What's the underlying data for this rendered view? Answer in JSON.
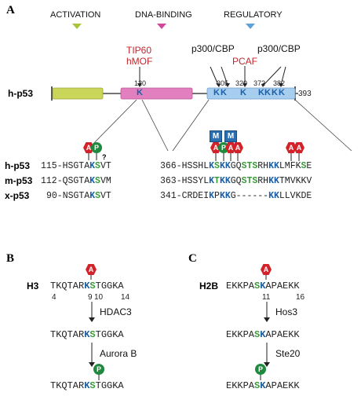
{
  "panels": {
    "a": "A",
    "b": "B",
    "c": "C"
  },
  "legend": [
    {
      "label": "ACTIVATION",
      "color": "#a8c43a"
    },
    {
      "label": "DNA-BINDING",
      "color": "#d1479b"
    },
    {
      "label": "REGULATORY",
      "color": "#5fa2d8"
    }
  ],
  "domain": {
    "protein": "h-p53",
    "end_num": "393",
    "site_120": "120",
    "site_305": "305",
    "site_320": "320",
    "site_372": "372",
    "site_382": "382",
    "k120": "K",
    "kreg": [
      "K",
      "K",
      "K",
      "K",
      "K",
      "K",
      "K"
    ],
    "enzymes": {
      "tip60": "TIP60",
      "hmof": "hMOF",
      "p300_left": "p300/CBP",
      "pcaf": "PCAF",
      "p300_right": "p300/CBP"
    }
  },
  "colors": {
    "activation": "#c9d65a",
    "dna_binding": "#e27fbf",
    "regulatory": "#a7cdef",
    "lysine": "#1b5fa6",
    "serine": "#3a9a3a",
    "acetyl": "#d2232a",
    "phospho": "#1f8a3f",
    "methyl": "#2a6fb0"
  },
  "marks": {
    "acetyl": "A",
    "phospho": "P",
    "methyl": "M",
    "unknown": "?"
  },
  "alignment": [
    {
      "name": "h-p53",
      "left_pre": "115-HSGTA",
      "left_k": "K",
      "left_s": "S",
      "left_post": "VT",
      "right_pre": "366-HSSHL",
      "r_k1": "K",
      "r_s1": "S",
      "r_k2": "KK",
      "r_g": "GQ",
      "r_s2": "S",
      "r_t": "T",
      "r_s3": "S",
      "r_rh": "RH",
      "r_k3": "KK",
      "r_post": "LMFK",
      "r_s4": "S",
      "r_e": "E"
    },
    {
      "name": "m-p53",
      "left_pre": "112-QSGTA",
      "left_k": "K",
      "left_s": "S",
      "left_post": "VM",
      "right_pre": "363-HSSYL",
      "r_k1": "K",
      "r_s1": "T",
      "r_k2": "KK",
      "r_g": "GQ",
      "r_s2": "S",
      "r_t": "T",
      "r_s3": "S",
      "r_rh": "RH",
      "r_k3": "KK",
      "r_post": "TMVKKV",
      "r_s4": "",
      "r_e": ""
    },
    {
      "name": "x-p53",
      "left_pre": "90-NSGTA",
      "left_k": "K",
      "left_s": "S",
      "left_post": "VT",
      "right_pre": "341-CRDEI",
      "r_k1": "K",
      "r_s1": "P",
      "r_k2": "KK",
      "r_g": "G------",
      "r_s2": "",
      "r_t": "",
      "r_s3": "",
      "r_rh": "",
      "r_k3": "KK",
      "r_post": "LLVKDE",
      "r_s4": "",
      "r_e": ""
    }
  ],
  "panel_b": {
    "histone": "H3",
    "seq_pre": "TKQTAR",
    "seq_k": "K",
    "seq_s": "S",
    "seq_post": "TGGKA",
    "pos": [
      "4",
      "9",
      "10",
      "14"
    ],
    "enzyme1": "HDAC3",
    "enzyme2": "Aurora B"
  },
  "panel_c": {
    "histone": "H2B",
    "seq_pre": "EKKPA",
    "seq_s": "S",
    "seq_k": "K",
    "seq_post": "APAEKK",
    "pos": [
      "11",
      "16"
    ],
    "enzyme1": "Hos3",
    "enzyme2": "Ste20"
  }
}
